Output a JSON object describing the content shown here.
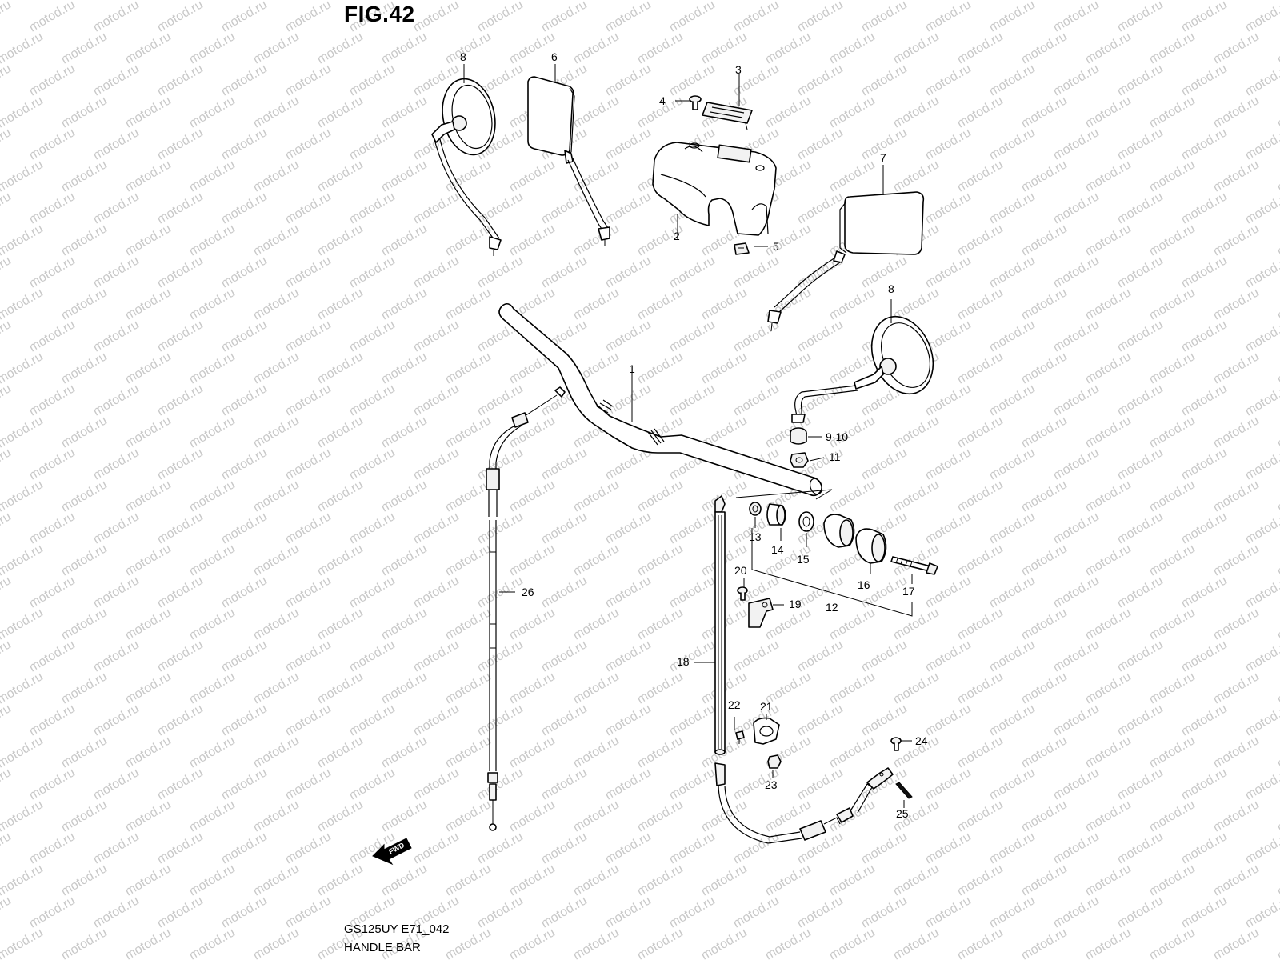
{
  "figure": {
    "title": "FIG.42",
    "model_code": "GS125UY E71_042",
    "name": "HANDLE BAR"
  },
  "watermark": "motod.ru",
  "direction_badge": "FWD",
  "callouts": [
    "1",
    "2",
    "3",
    "4",
    "5",
    "6",
    "7",
    "8",
    "8",
    "9·10",
    "11",
    "12",
    "13",
    "14",
    "15",
    "16",
    "17",
    "18",
    "19",
    "20",
    "21",
    "22",
    "23",
    "24",
    "25",
    "26"
  ]
}
